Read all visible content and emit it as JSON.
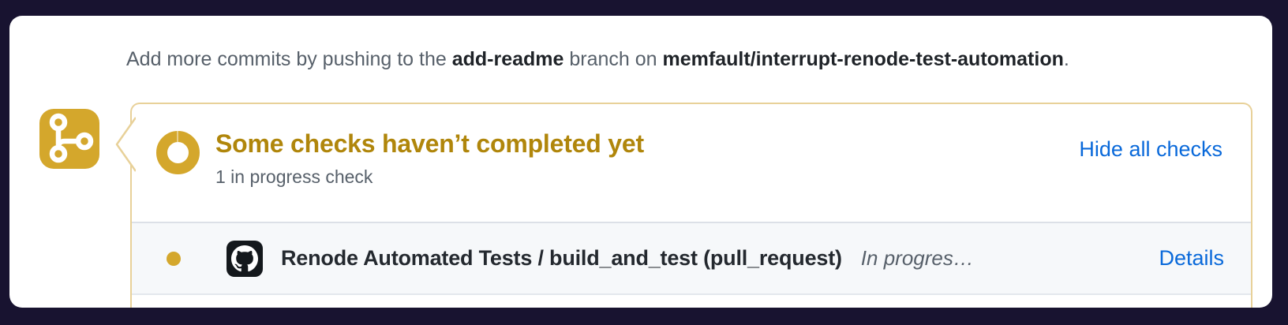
{
  "colors": {
    "page_bg": "#181330",
    "card_bg": "#ffffff",
    "accent_gold": "#d4a72c",
    "attention_text": "#b0860b",
    "panel_border": "#e8d199",
    "muted_text": "#57606a",
    "dark_text": "#1f2328",
    "link_blue": "#0969da",
    "row_bg": "#f6f8fa"
  },
  "commit_banner": {
    "prefix": "Add more commits by pushing to the ",
    "branch": "add-readme",
    "middle": " branch on ",
    "repo": "memfault/interrupt-renode-test-automation",
    "suffix": "."
  },
  "checks_panel": {
    "title": "Some checks haven’t completed yet",
    "status_summary": "1 in progress check",
    "hide_all_label": "Hide all checks"
  },
  "check_row": {
    "name": "Renode Automated Tests / build_and_test (pull_request)",
    "status": "In progres…",
    "details_label": "Details"
  },
  "icons": {
    "timeline": "git-branch-icon",
    "status": "in-progress-ring-icon",
    "row_status": "pending-dot-icon",
    "avatar": "github-logo-icon"
  }
}
